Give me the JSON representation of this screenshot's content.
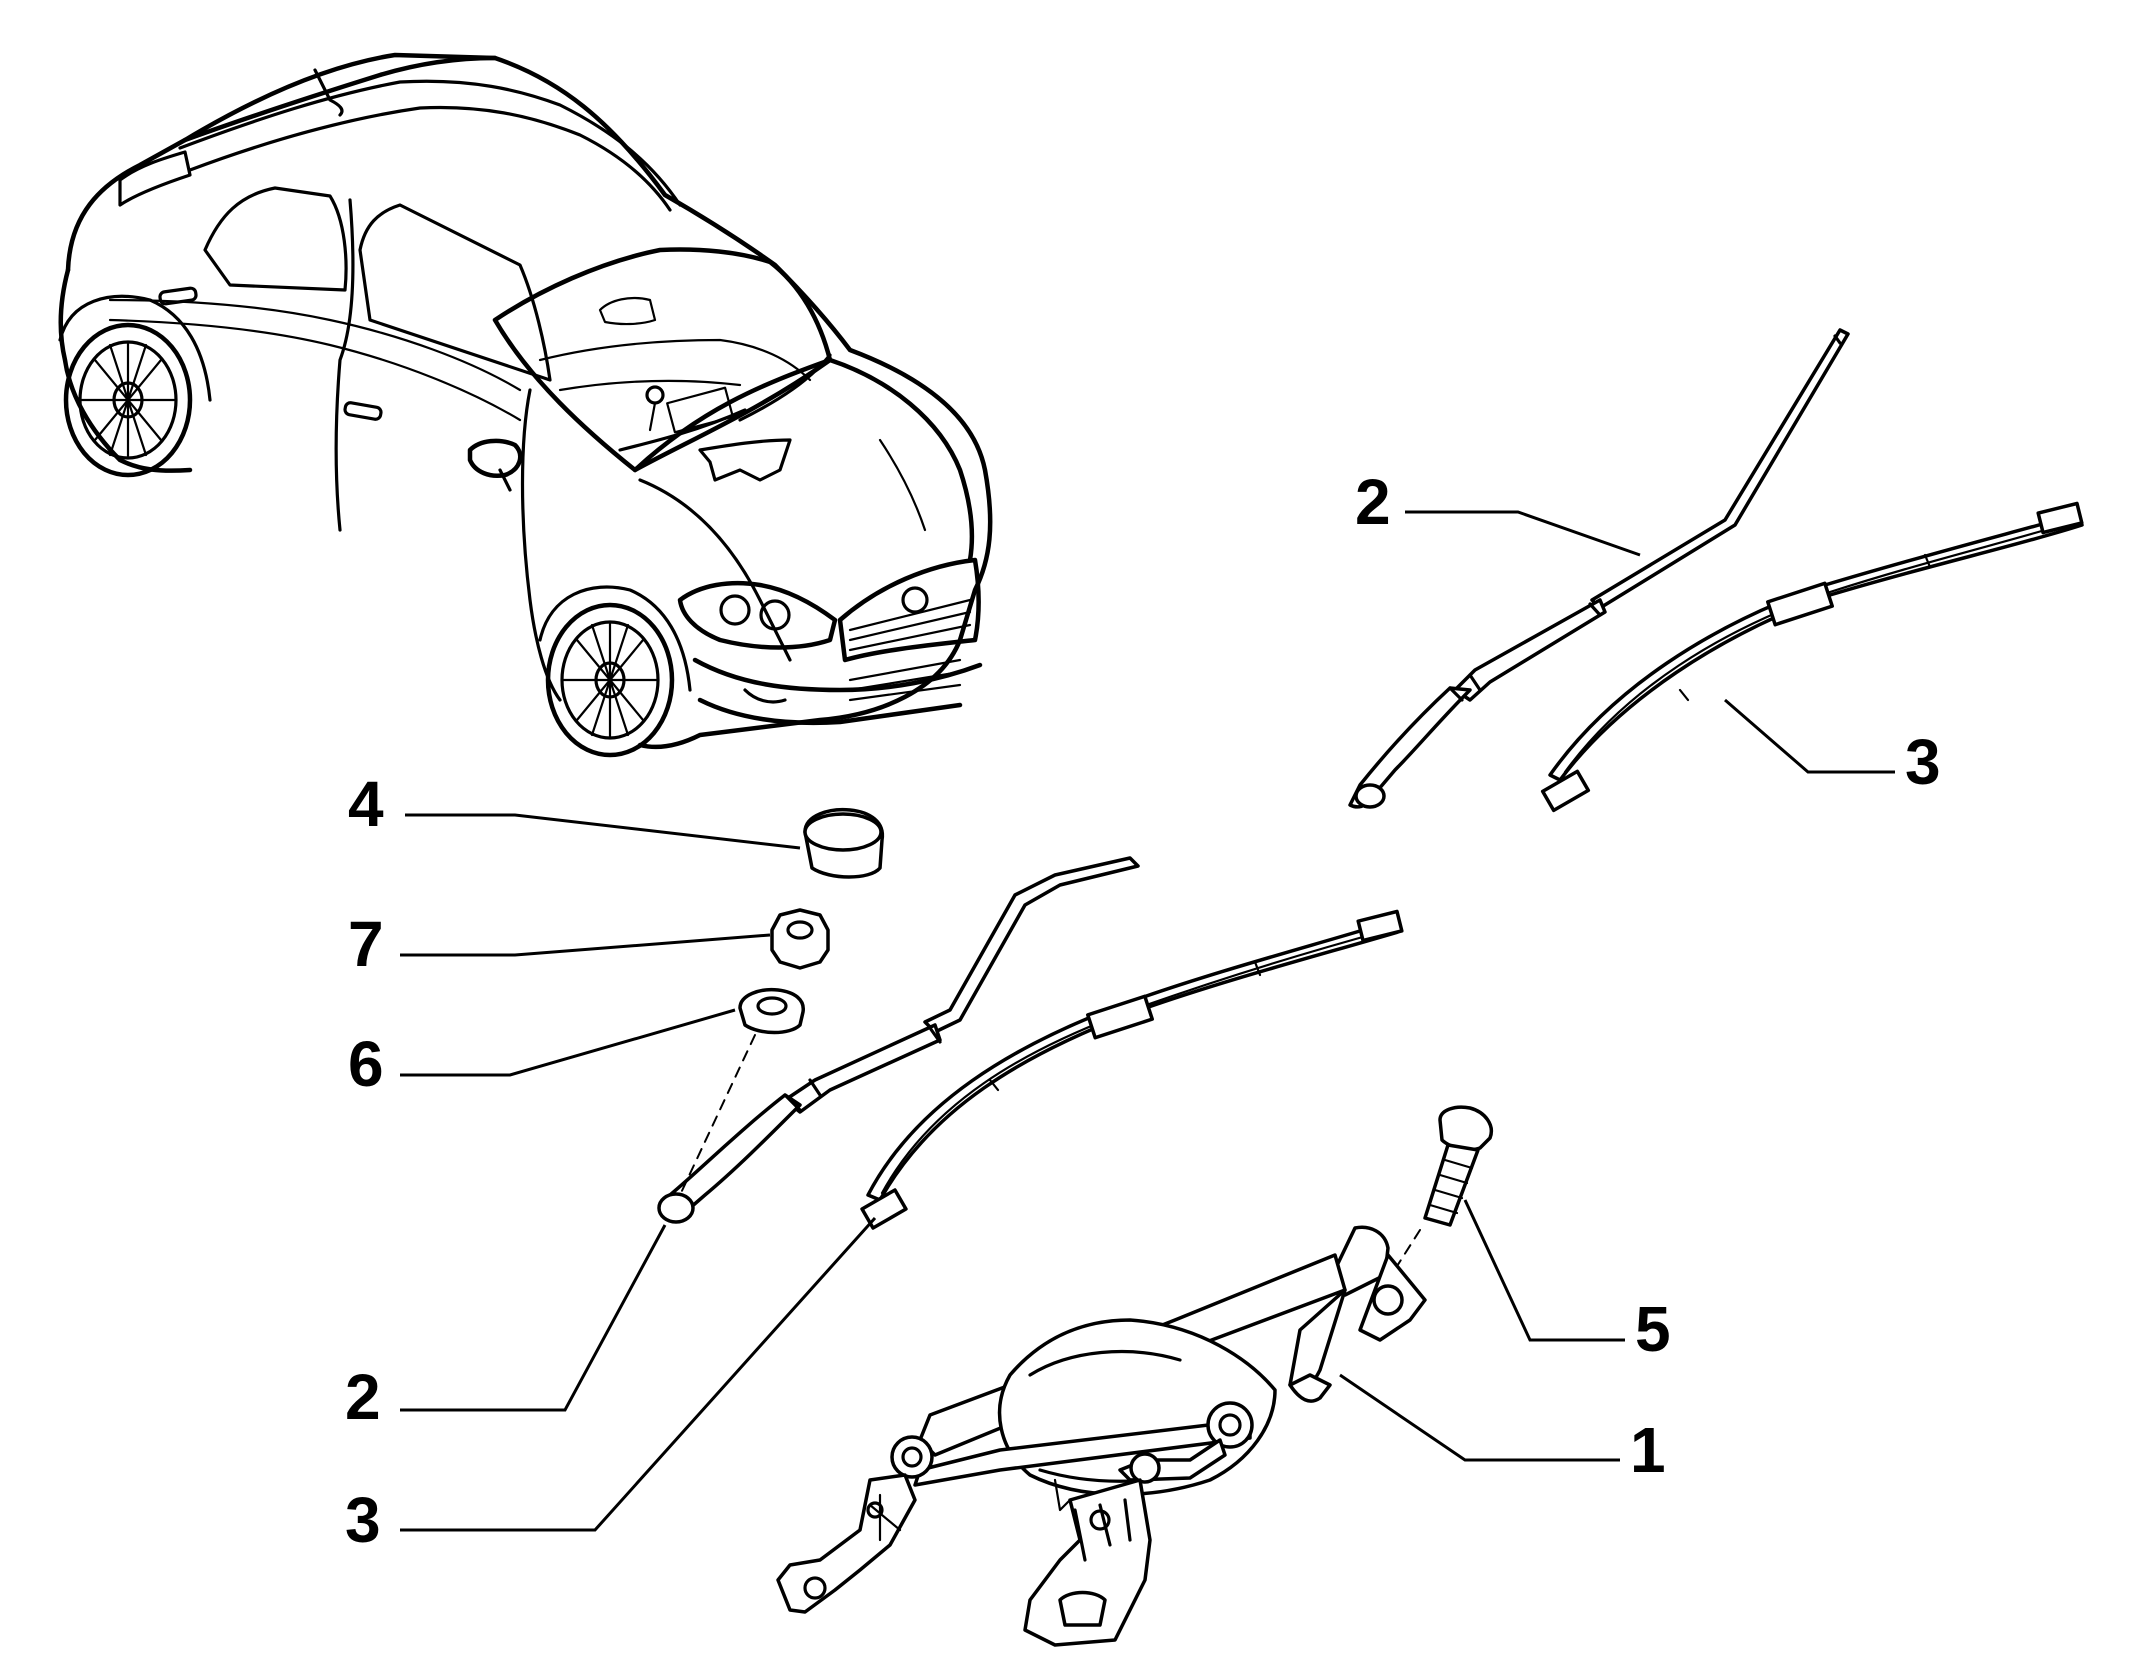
{
  "callouts": [
    {
      "id": "1",
      "label": "1"
    },
    {
      "id": "2a",
      "label": "2"
    },
    {
      "id": "3a",
      "label": "3"
    },
    {
      "id": "2b",
      "label": "2"
    },
    {
      "id": "3b",
      "label": "3"
    },
    {
      "id": "4",
      "label": "4"
    },
    {
      "id": "5",
      "label": "5"
    },
    {
      "id": "6",
      "label": "6"
    },
    {
      "id": "7",
      "label": "7"
    }
  ]
}
